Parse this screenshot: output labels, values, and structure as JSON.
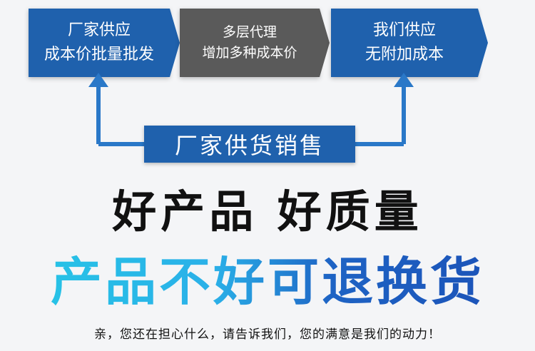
{
  "flow": {
    "left": {
      "line1": "厂家供应",
      "line2": "成本价批量批发"
    },
    "middle": {
      "line1": "多层代理",
      "line2": "增加多种成本价"
    },
    "right": {
      "line1": "我们供应",
      "line2": "无附加成本"
    }
  },
  "banner": "厂家供货销售",
  "headline": "好产品 好质量",
  "slogan": "产品不好可退换货",
  "footer": "亲，您还在担心什么，请告诉我们，您的满意是我们的动力！",
  "colors": {
    "blue": "#1f61ad",
    "gray": "#5a5a5a",
    "cyan": "#26c7e6",
    "deep_blue": "#1b4fb5"
  }
}
